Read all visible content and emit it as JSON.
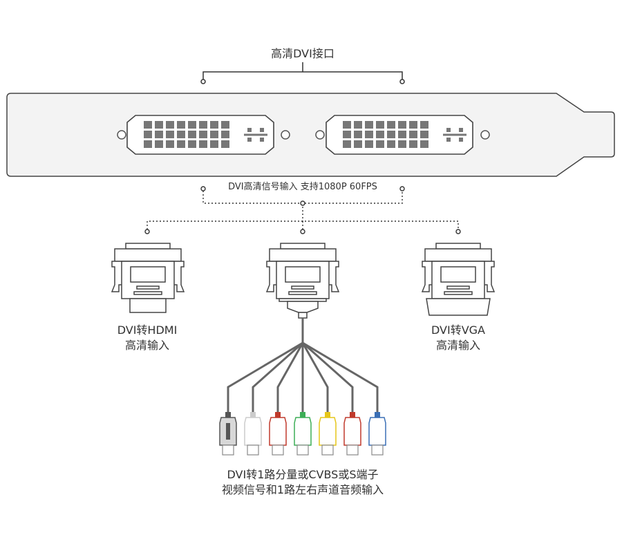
{
  "diagram": {
    "top_label": "高清DVI接口",
    "signal_label": "DVI高清信号输入 支持1080P 60FPS",
    "adapters": [
      {
        "line1": "DVI转HDMI",
        "line2": "高清输入"
      },
      {
        "line1": "DVI转1路分量或CVBS或S端子",
        "line2": "视频信号和1路左右声道音频输入"
      },
      {
        "line1": "DVI转VGA",
        "line2": "高清输入"
      }
    ],
    "plug_colors": [
      "#555555",
      "#cccccc",
      "#c0392b",
      "#3cae56",
      "#e6c619",
      "#c0392b",
      "#3a6fb5"
    ]
  },
  "colors": {
    "line": "#333333",
    "bracket_fill": "#f3f3f3",
    "bracket_stroke": "#444444",
    "pin": "#777777",
    "cable": "#666666"
  }
}
